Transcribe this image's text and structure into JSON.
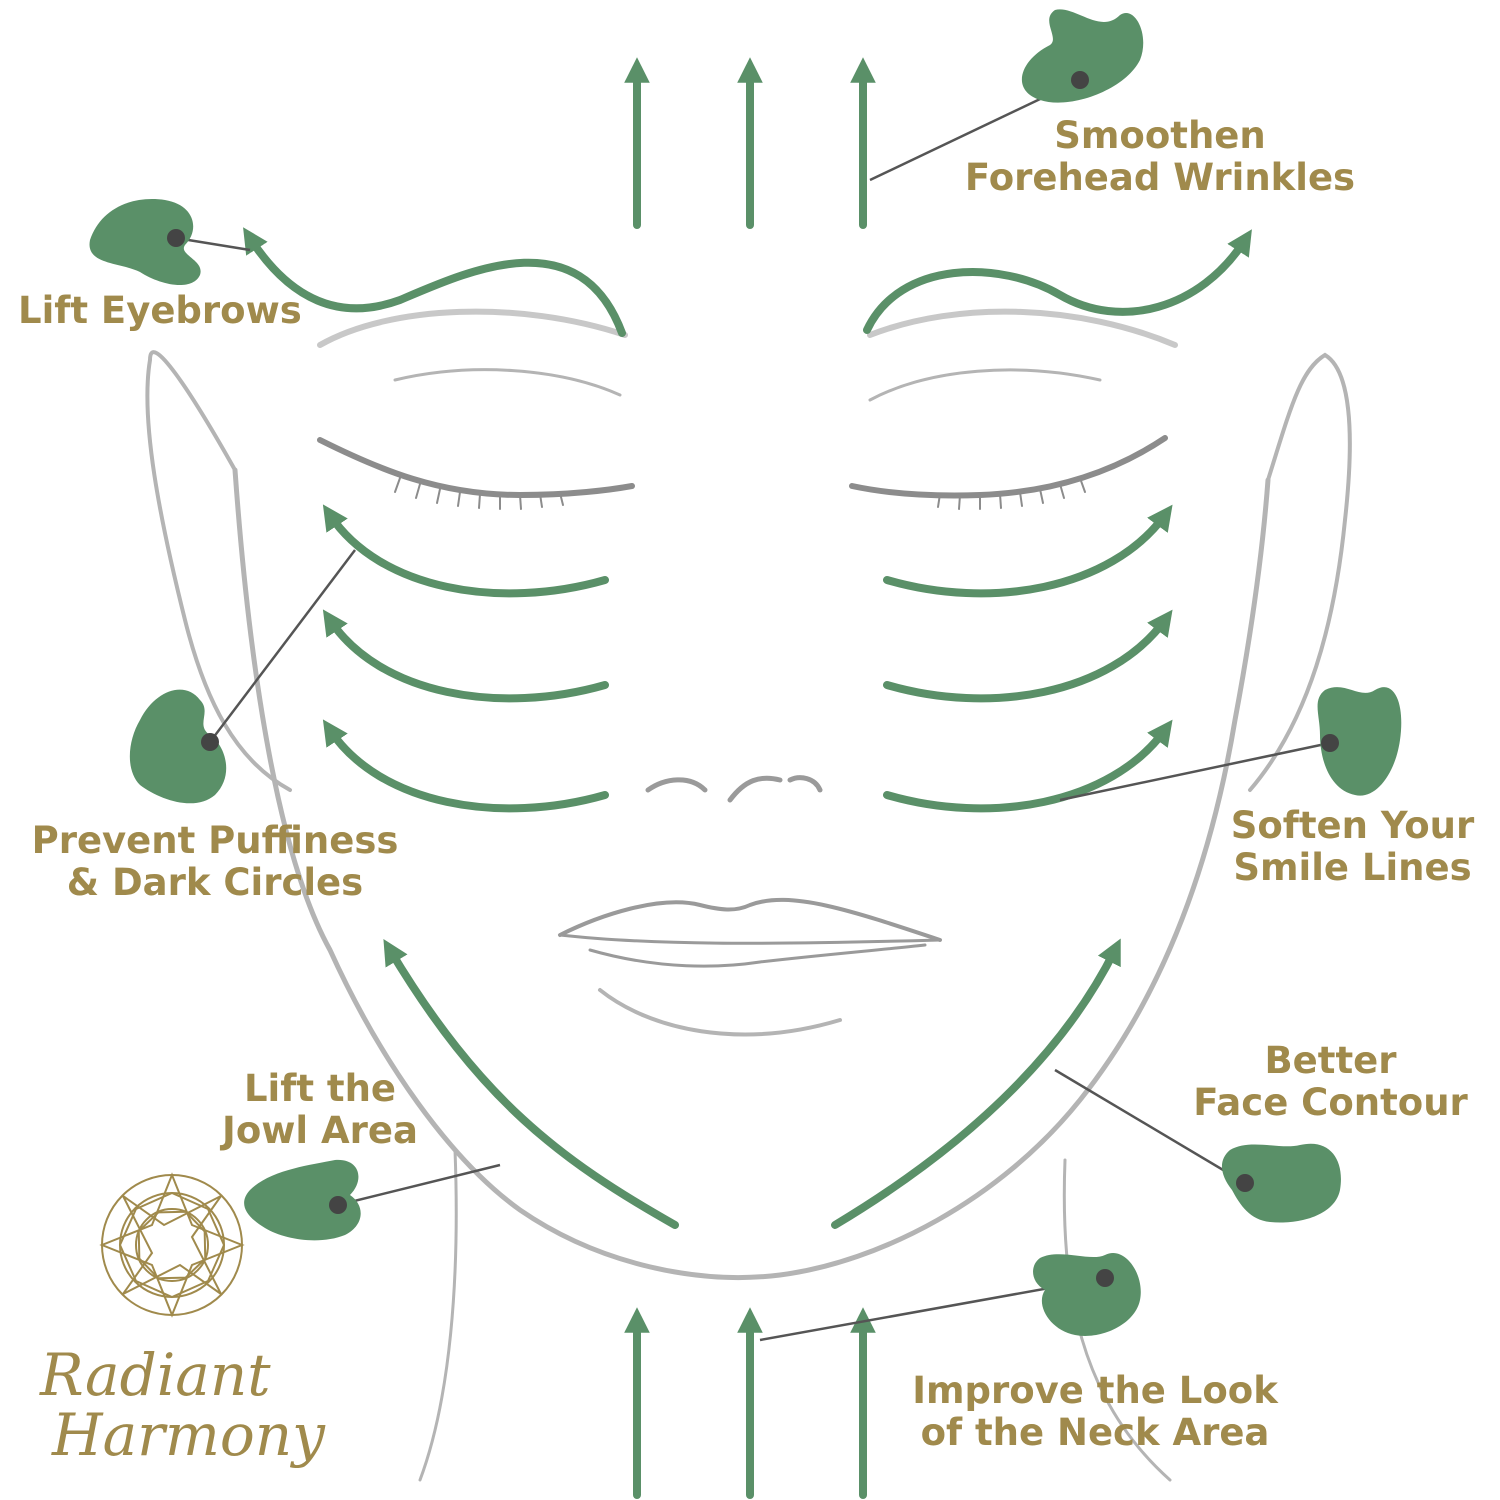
{
  "colors": {
    "accent_green": "#5a9068",
    "label_gold": "#a08a4c",
    "sketch_gray": "#b4b4b4",
    "dot": "#444444"
  },
  "labels": {
    "forehead": [
      "Smoothen",
      "Forehead Wrinkles"
    ],
    "eyebrows": [
      "Lift Eyebrows"
    ],
    "puffiness": [
      "Prevent Puffiness",
      "& Dark Circles"
    ],
    "smile_lines": [
      "Soften Your",
      "Smile Lines"
    ],
    "jowl": [
      "Lift the",
      "Jowl Area"
    ],
    "contour": [
      "Better",
      "Face Contour"
    ],
    "neck": [
      "Improve the Look",
      "of the Neck Area"
    ]
  },
  "brand": {
    "line1": "Radiant",
    "line2": "Harmony",
    "logo": "mandala-logo"
  },
  "icons": [
    "gua-sha-stone-icon",
    "up-arrow-icon",
    "curved-arrow-icon"
  ]
}
